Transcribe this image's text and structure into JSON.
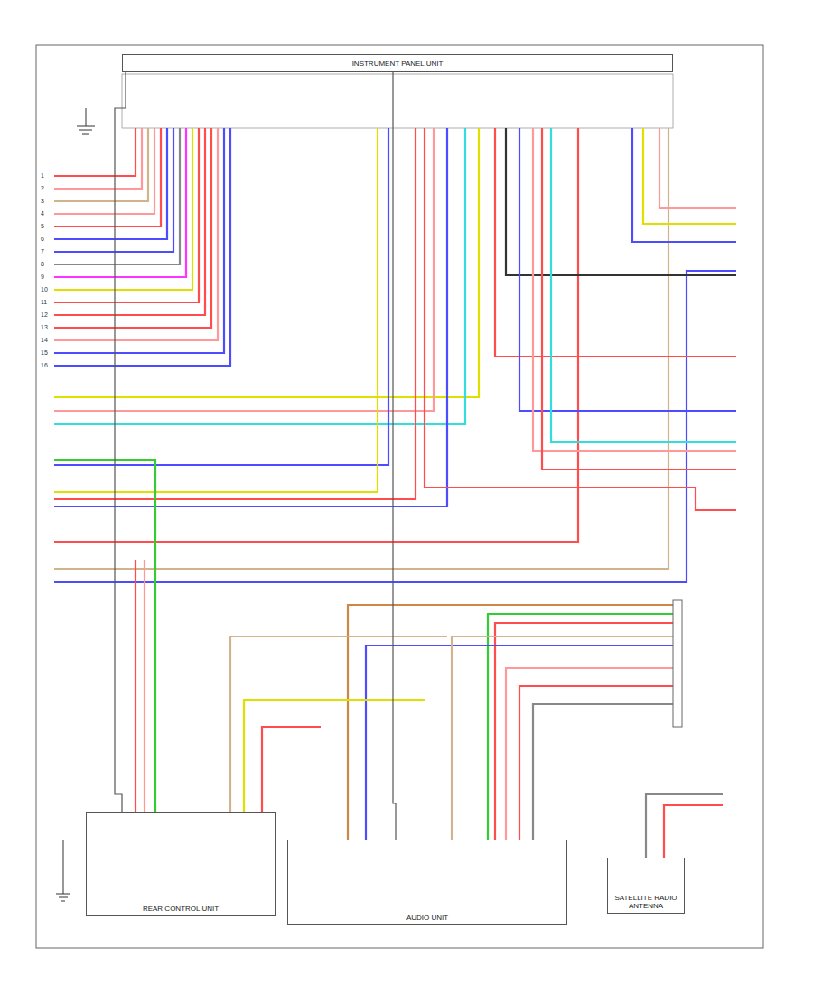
{
  "diagram": {
    "nodes": [
      {
        "text": [
          "INSTRUMENT PANEL UNIT"
        ]
      },
      {
        "text": [
          "REAR CONTROL UNIT"
        ]
      },
      {
        "text": [
          "AUDIO UNIT"
        ]
      },
      {
        "text": [
          "SATELLITE RADIO ANTENNA"
        ]
      }
    ],
    "edges": [
      {
        "from": 0,
        "to": 1,
        "arrow": "none"
      },
      {
        "from": 0,
        "to": 2,
        "arrow": "none"
      }
    ],
    "labels": [
      "1",
      "2",
      "3",
      "4",
      "5",
      "6",
      "7",
      "8",
      "9",
      "10",
      "11",
      "12",
      "13",
      "14",
      "15",
      "16"
    ]
  }
}
